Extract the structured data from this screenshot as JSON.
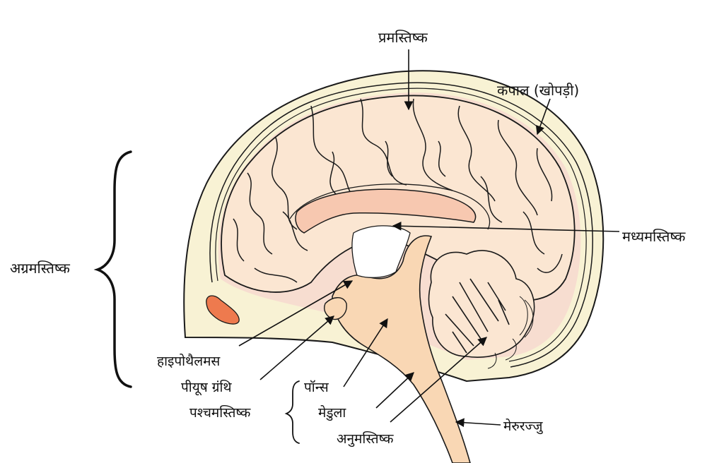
{
  "labels": {
    "cerebrum": "प्रमस्तिष्क",
    "skull": "कपाल (खोपड़ी)",
    "forebrain": "अग्रमस्तिष्क",
    "midbrain": "मध्यमस्तिष्क",
    "hypothalamus": "हाइपोथैलमस",
    "pituitary": "पीयूष ग्रंथि",
    "hindbrain": "पश्चमस्तिष्क",
    "pons": "पॉन्स",
    "medulla": "मेडुला",
    "cerebellum": "अनुमस्तिष्क",
    "spinal_cord": "मेरुरज्जु"
  },
  "colors": {
    "brain_fill": "#fbe6d2",
    "skull_fill": "#f8f2d4",
    "stem_fill": "#f9d7b4",
    "callosum_fill": "#f7c8b0",
    "gland_fill": "#ee7a4e",
    "outline": "#1a1a1a"
  }
}
